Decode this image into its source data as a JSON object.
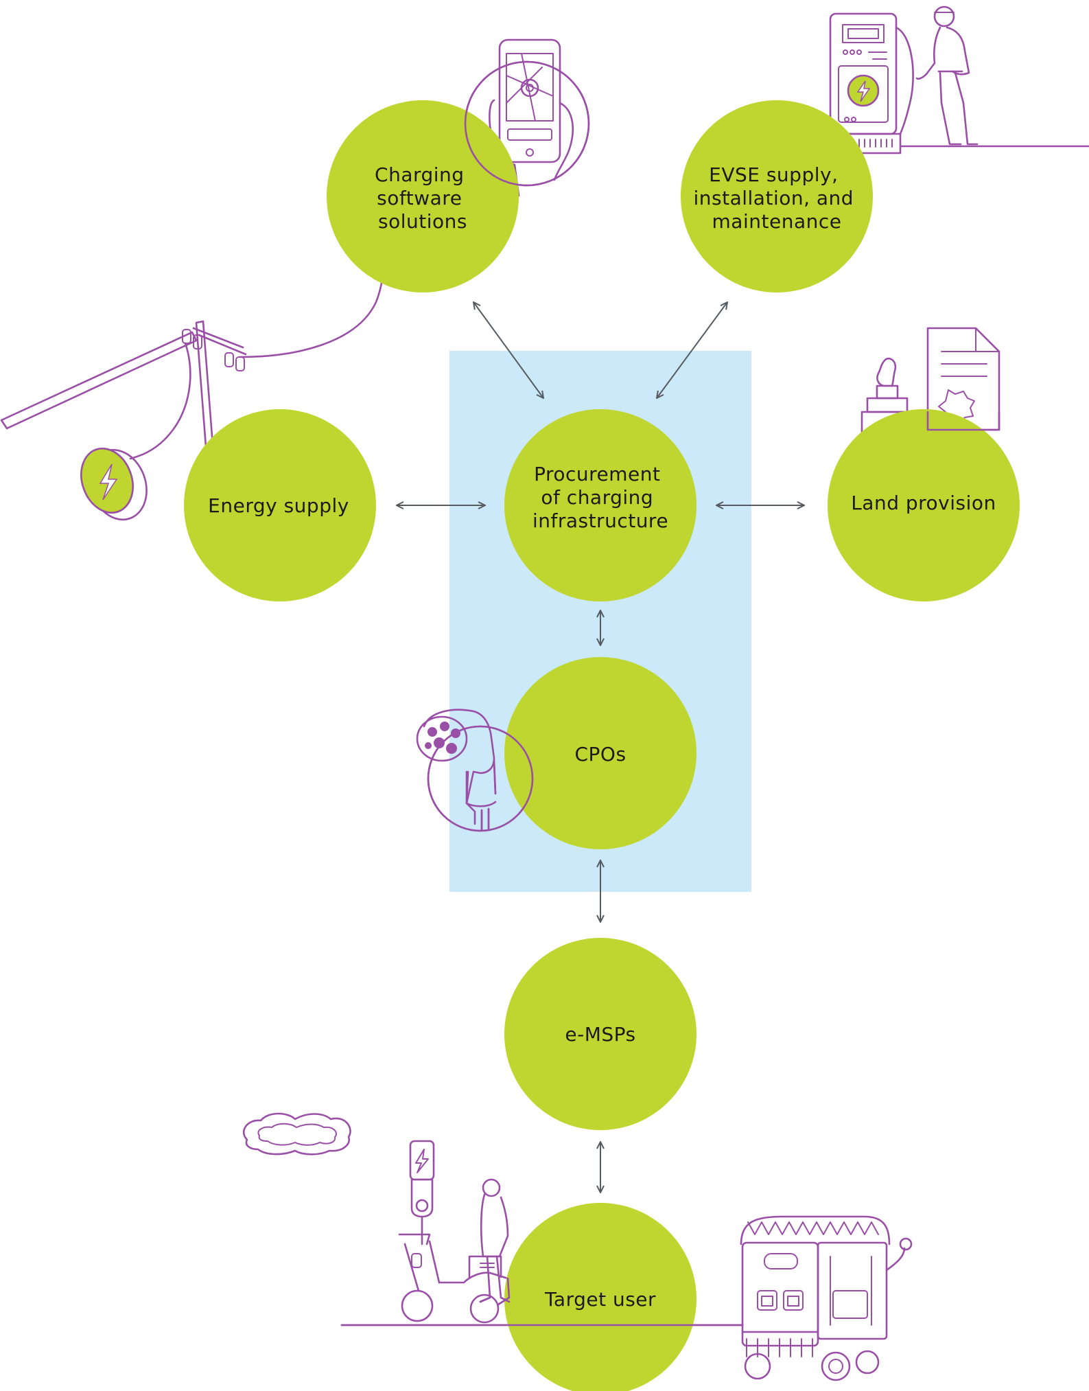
{
  "colors": {
    "node_fill": "#bfd630",
    "highlight_panel": "#cbe9f9",
    "illustration_stroke": "#9a4fa6",
    "connector": "#555b60",
    "text": "#1a1a1a"
  },
  "nodes": {
    "charging_software": {
      "lines": [
        "Charging",
        "software",
        "solutions"
      ]
    },
    "evse_supply": {
      "lines": [
        "EVSE supply,",
        "installation, and",
        "maintenance"
      ]
    },
    "energy_supply": {
      "lines": [
        "Energy supply"
      ]
    },
    "procurement": {
      "lines": [
        "Procurement",
        "of charging",
        "infrastructure"
      ]
    },
    "land_provision": {
      "lines": [
        "Land provision"
      ]
    },
    "cpos": {
      "lines": [
        "CPOs"
      ]
    },
    "emsps": {
      "lines": [
        "e-MSPs"
      ]
    },
    "target_user": {
      "lines": [
        "Target user"
      ]
    }
  },
  "illustrations": [
    "smartphone-map-icon",
    "charging-station-with-person-icon",
    "power-pole-icon",
    "lightning-badge-icon",
    "document-and-stamp-icon",
    "ev-charging-connector-icon",
    "cloud-icon",
    "scooter-and-rider-icon",
    "electric-rickshaw-icon"
  ]
}
